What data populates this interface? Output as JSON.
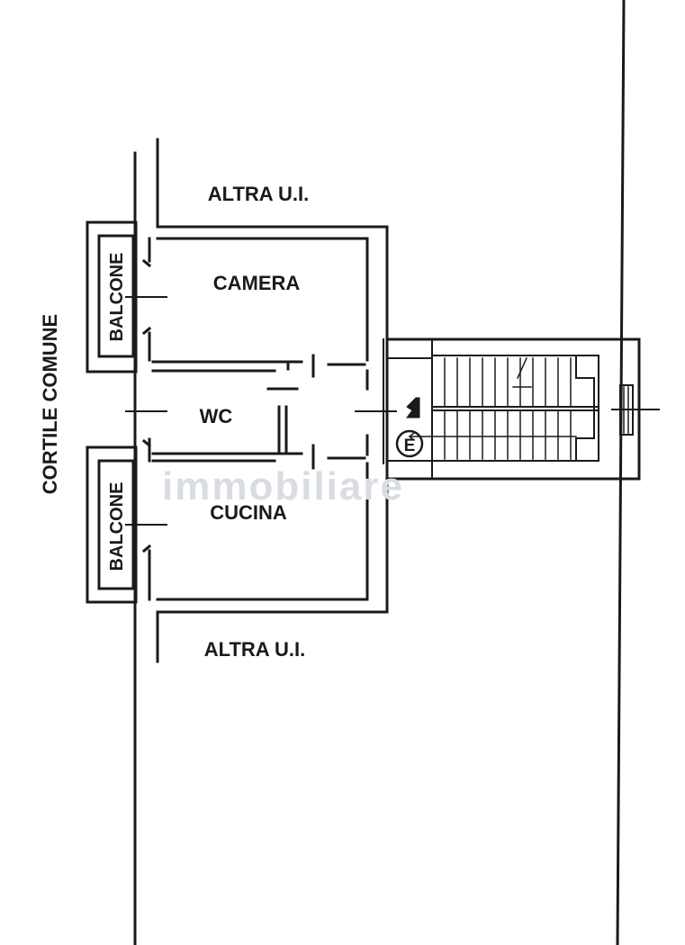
{
  "labels": {
    "altra_top": "ALTRA U.I.",
    "altra_bottom": "ALTRA U.I.",
    "camera": "CAMERA",
    "wc": "WC",
    "cucina": "CUCINA",
    "balcone_top": "BALCONE",
    "balcone_bottom": "BALCONE",
    "cortile": "CORTILE COMUNE",
    "entrance": "E"
  },
  "watermark": "immobiliare",
  "colors": {
    "line": "#1a1a1a",
    "paper": "#ffffff"
  }
}
